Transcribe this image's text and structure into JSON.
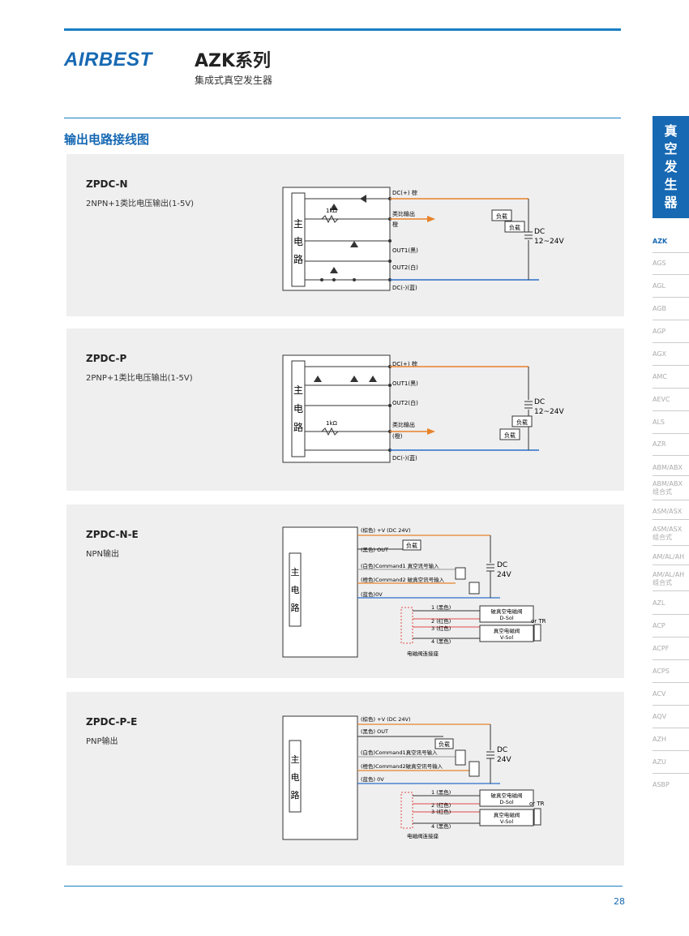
{
  "header": {
    "logo": "AIRBEST",
    "series": "AZK系列",
    "subtitle": "集成式真空发生器"
  },
  "section_title": "输出电路接线图",
  "common": {
    "main_circuit": [
      "主",
      "电",
      "路"
    ],
    "dc_label": "DC",
    "load": "负载",
    "or_tr": "or TR"
  },
  "panels": [
    {
      "model": "ZPDC-N",
      "desc": "2NPN+1类比电压输出(1-5V)",
      "dc_range": "12~24V",
      "labels": {
        "dc_plus": "DC(+) 棕",
        "analog": "类比输出",
        "analog2": "橙",
        "out1": "OUT1(黑)",
        "out2": "OUT2(白)",
        "dc_minus": "DC(-)(蓝)",
        "res": "1kΩ"
      }
    },
    {
      "model": "ZPDC-P",
      "desc": "2PNP+1类比电压输出(1-5V)",
      "dc_range": "12~24V",
      "labels": {
        "dc_plus": "DC(+) 棕",
        "out1": "OUT1(黑)",
        "out2": "OUT2(白)",
        "analog": "类比输出",
        "analog2": "(橙)",
        "dc_minus": "DC(-)(蓝)",
        "res": "1kΩ"
      }
    },
    {
      "model": "ZPDC-N-E",
      "desc": "NPN输出",
      "dc_range": "24V",
      "labels": {
        "vplus": "(棕色) +V (DC 24V)",
        "out": "(黑色) OUT",
        "cmd1": "(白色)Command1 真空讯号输入",
        "cmd2": "(橙色)Command2 破真空讯号输入",
        "zero": "(蓝色)0V",
        "w1": "1 (黑色)",
        "w2": "2 (红色)",
        "w3": "3 (红色)",
        "w4": "4 (黑色)",
        "dsol1": "破真空电磁阀",
        "dsol2": "D-Sol",
        "vsol1": "真空电磁阀",
        "vsol2": "V-Sol",
        "connector": "电磁阀连接座"
      }
    },
    {
      "model": "ZPDC-P-E",
      "desc": "PNP输出",
      "dc_range": "24V",
      "labels": {
        "vplus": "(棕色) +V (DC 24V)",
        "out": "(黑色) OUT",
        "cmd1": "(白色)Command1真空讯号输入",
        "cmd2": "(橙色)Command2破真空讯号输入",
        "zero": "(蓝色) 0V",
        "w1": "1 (黑色)",
        "w2": "2 (红色)",
        "w3": "3 (红色)",
        "w4": "4 (黑色)",
        "dsol1": "破真空电磁阀",
        "dsol2": "D-Sol",
        "vsol1": "真空电磁阀",
        "vsol2": "V-Sol",
        "connector": "电磁阀连接座"
      }
    }
  ],
  "sidebar": {
    "tab": [
      "真",
      "空",
      "发",
      "生",
      "器"
    ],
    "items": [
      "AZK",
      "AGS",
      "AGL",
      "AGB",
      "AGP",
      "AGX",
      "AMC",
      "AEVC",
      "ALS",
      "AZR",
      "ABM/ABX",
      "ABM/ABX",
      "ASM/ASX",
      "ASM/ASX",
      "AM/AL/AH",
      "AM/AL/AH",
      "AZL",
      "ACP",
      "ACPF",
      "ACPS",
      "ACV",
      "AQV",
      "AZH",
      "AZU",
      "ASBP"
    ],
    "subs": [
      "组合式",
      "组合式",
      "组合式"
    ]
  },
  "page_number": "28",
  "colors": {
    "brand": "#1769b3",
    "orange": "#e8822a",
    "blue": "#2a6fc9",
    "red": "#e24b4b"
  }
}
